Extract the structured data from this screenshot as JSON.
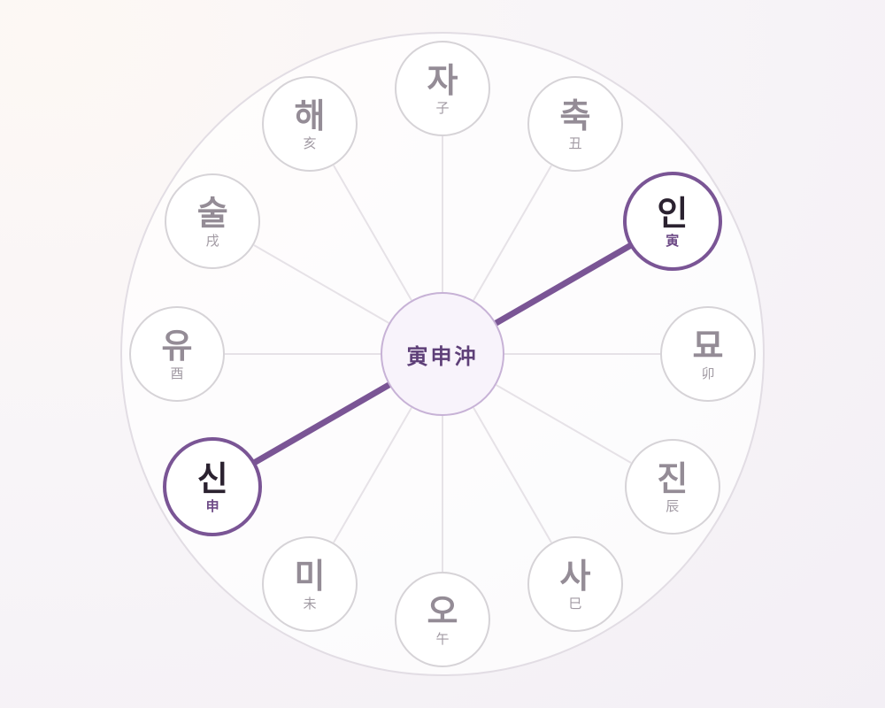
{
  "center": {
    "label": "寅申沖"
  },
  "colors": {
    "accent": "#7a5595",
    "spoke": "#e6e2e7",
    "node_border": "#d6d3d7",
    "outer_ring": "#e2dde4"
  },
  "branches": [
    {
      "id": "ja",
      "korean": "자",
      "hanja": "子",
      "active": false
    },
    {
      "id": "chuk",
      "korean": "축",
      "hanja": "丑",
      "active": false
    },
    {
      "id": "in",
      "korean": "인",
      "hanja": "寅",
      "active": true
    },
    {
      "id": "myo",
      "korean": "묘",
      "hanja": "卯",
      "active": false
    },
    {
      "id": "jin",
      "korean": "진",
      "hanja": "辰",
      "active": false
    },
    {
      "id": "sa",
      "korean": "사",
      "hanja": "巳",
      "active": false
    },
    {
      "id": "o",
      "korean": "오",
      "hanja": "午",
      "active": false
    },
    {
      "id": "mi",
      "korean": "미",
      "hanja": "未",
      "active": false
    },
    {
      "id": "sin",
      "korean": "신",
      "hanja": "申",
      "active": true
    },
    {
      "id": "yu",
      "korean": "유",
      "hanja": "酉",
      "active": false
    },
    {
      "id": "sul",
      "korean": "술",
      "hanja": "戌",
      "active": false
    },
    {
      "id": "hae",
      "korean": "해",
      "hanja": "亥",
      "active": false
    }
  ],
  "clash_pair": [
    "in",
    "sin"
  ]
}
